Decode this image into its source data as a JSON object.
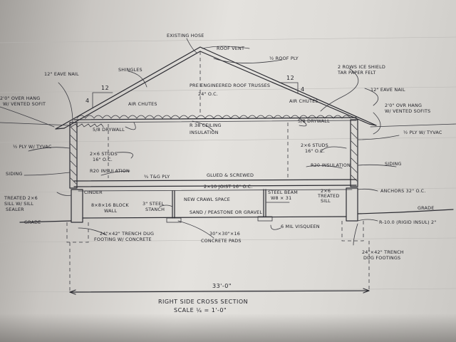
{
  "labels": {
    "existing_hose": "EXISTING HOSE",
    "roof_vent": "ROOF VENT",
    "half_roof_ply": "½ ROOF PLY",
    "ice_shield": "2 ROWS ICE SHIELD",
    "tar_paper": "TAR PAPER FELT",
    "shingles": "SHINGLES",
    "eave_12_left": "12\" EAVE NAIL",
    "eave_12_right": "12\" EAVE NAIL",
    "pitch_run_left": "12",
    "pitch_rise_left": "4",
    "pitch_run_right": "12",
    "pitch_rise_right": "4",
    "engineered_trusses": "PRE ENGINEERED ROOF TRUSSES",
    "truss_spacing": "24\" O.C.",
    "air_chutes_left": "AIR CHUTES",
    "air_chutes_right": "AIR CHUTES",
    "overhang_left_1": "2'0\" OVER HANG",
    "overhang_left_2": "W/ VENTED SOFIT",
    "overhang_right_1": "2'0\" OVR HANG",
    "overhang_right_2": "W/ VENTED SOFITS",
    "drywall_left": "5/8 DRYWALL",
    "drywall_right": "5/8 DRYWALL",
    "ceiling_insulation_1": "R 38 CEILING",
    "ceiling_insulation_2": "INSULATION",
    "ply_tyvac_left": "½ PLY W/ TYVAC",
    "ply_tyvac_right": "½ PLY W/ TYVAC",
    "studs_left_1": "2×6 STUDS",
    "studs_left_2": "16\" O.C.",
    "studs_right_1": "2×6 STUDS",
    "studs_right_2": "16\" O.C.",
    "r20_left": "R20 INSULATION",
    "r20_right": "R20 INSULATION",
    "tg_ply": "¾ T&G PLY",
    "glued_screwed": "GLUED & SCREWED",
    "siding_left": "SIDING",
    "siding_right": "SIDING",
    "joist": "2×10 JOIST 16\" O.C.",
    "steel_beam_1": "STEEL BEAM",
    "steel_beam_2": "W8 × 31",
    "treated_sill_right_1": "2×6",
    "treated_sill_right_2": "TREATED",
    "treated_sill_right_3": "SILL",
    "treated_left_1": "TREATED 2×6",
    "treated_left_2": "SILL W/ SILL",
    "treated_left_3": "SEALER",
    "grade_left": "GRADE",
    "grade_right": "GRADE",
    "cinder": "CINDER",
    "block_wall_1": "8×8×16 BLOCK",
    "block_wall_2": "WALL",
    "steel_stanch_1": "3\" STEEL",
    "steel_stanch_2": "STANCH",
    "crawl_space": "NEW CRAWL SPACE",
    "anchors": "ANCHORS 32\" O.C.",
    "sand_pea_gravel": "SAND / PEASTONE OR GRAVEL",
    "vapor_barrier": "6 MIL VISQUEEN",
    "rigid_insul": "R-10.0 (RIGID INSUL) 2\"",
    "trench_1": "24\"×42\" TRENCH DUG",
    "trench_2": "FOOTING W/ CONCRETE",
    "pads_1": "30\"×30\"×16",
    "pads_2": "CONCRETE PADS",
    "trench_right_1": "24\"×42\" TRENCH",
    "trench_right_2": "DUG FOOTINGS",
    "dimension": "33'-0\"",
    "title": "RIGHT SIDE CROSS SECTION",
    "scale": "SCALE ¼ = 1'-0\""
  }
}
